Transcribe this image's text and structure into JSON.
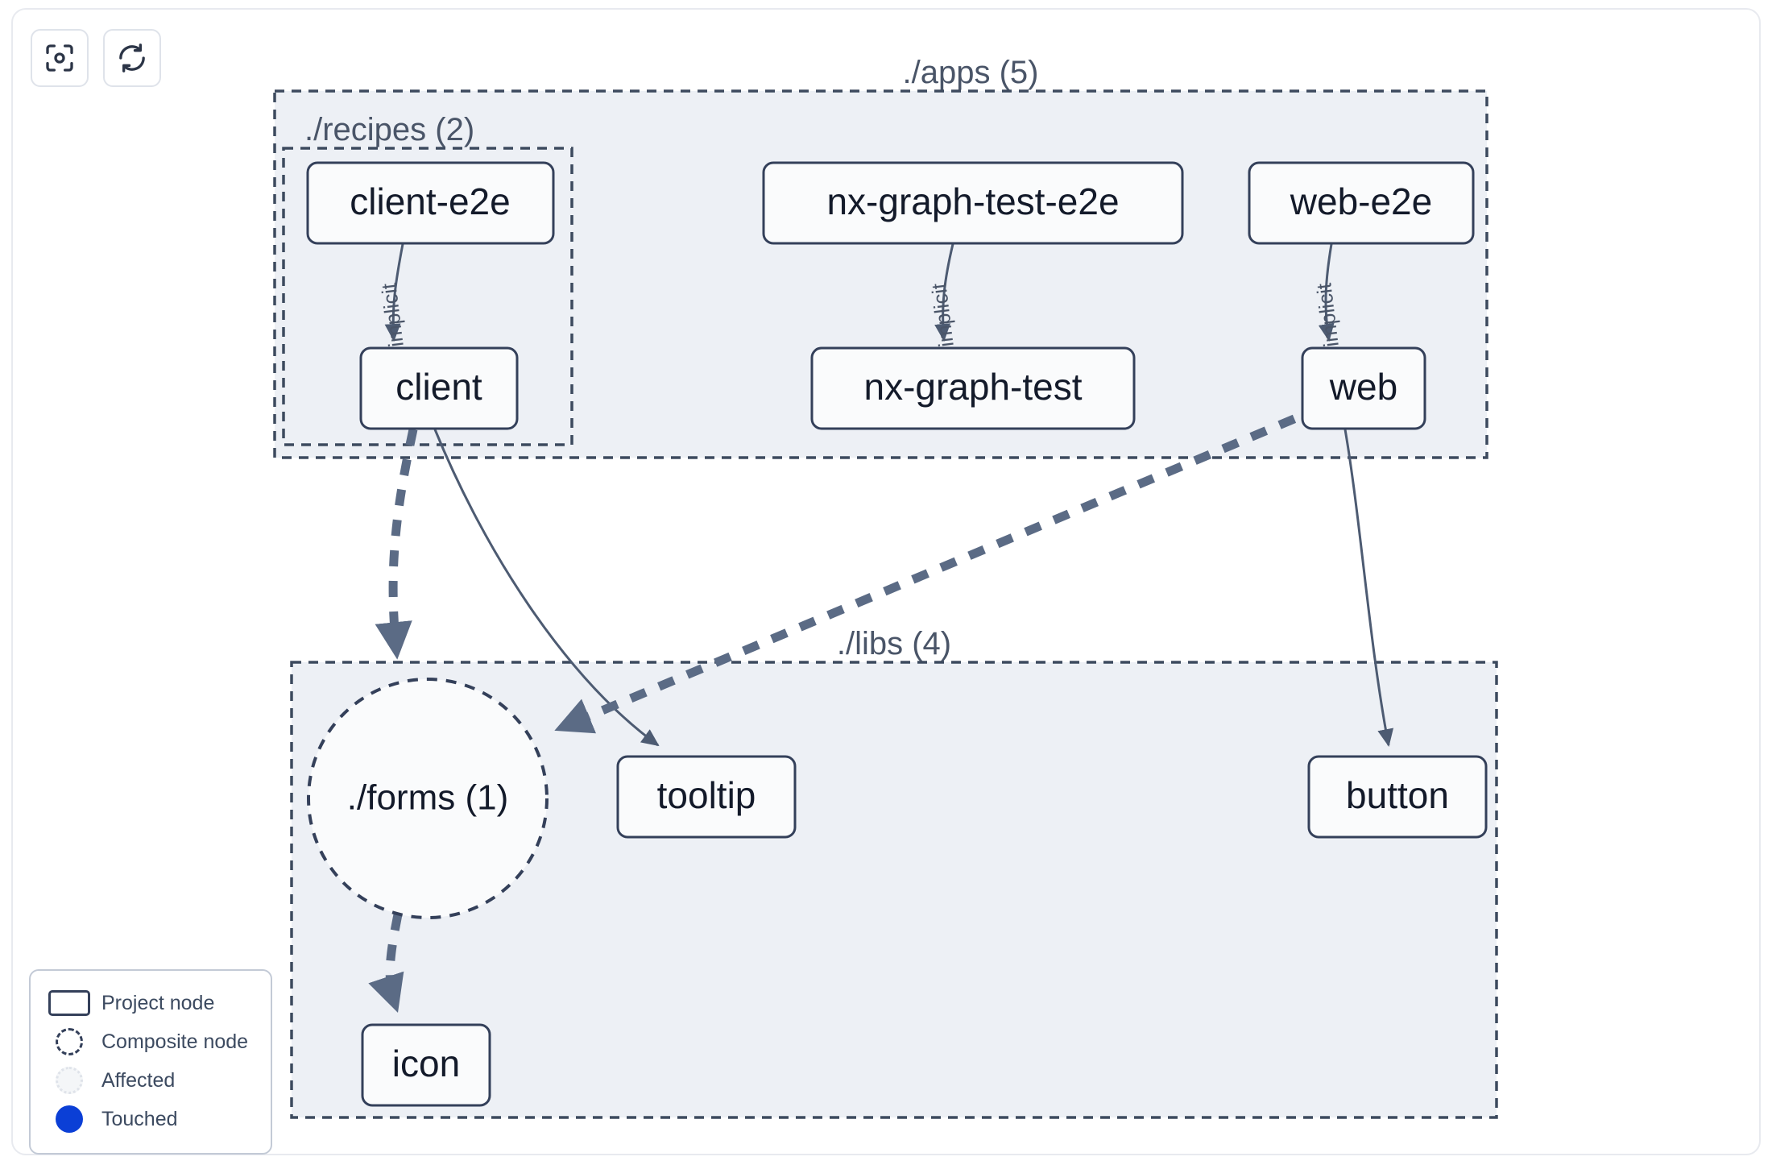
{
  "toolbar": {
    "buttons": [
      {
        "name": "focus-graph-button",
        "icon": "focus-target-icon",
        "title": "Focus graph"
      },
      {
        "name": "refresh-graph-button",
        "icon": "refresh-icon",
        "title": "Refresh graph"
      }
    ]
  },
  "graph": {
    "groups": [
      {
        "id": "apps",
        "label": "./apps (5)"
      },
      {
        "id": "recipes",
        "label": "./recipes (2)"
      },
      {
        "id": "libs",
        "label": "./libs (4)"
      }
    ],
    "nodes": [
      {
        "id": "client-e2e",
        "label": "client-e2e",
        "type": "project",
        "group": "recipes"
      },
      {
        "id": "nx-graph-test-e2e",
        "label": "nx-graph-test-e2e",
        "type": "project",
        "group": "apps"
      },
      {
        "id": "web-e2e",
        "label": "web-e2e",
        "type": "project",
        "group": "apps"
      },
      {
        "id": "client",
        "label": "client",
        "type": "project",
        "group": "recipes"
      },
      {
        "id": "nx-graph-test",
        "label": "nx-graph-test",
        "type": "project",
        "group": "apps"
      },
      {
        "id": "web",
        "label": "web",
        "type": "project",
        "group": "apps"
      },
      {
        "id": "forms",
        "label": "./forms (1)",
        "type": "composite",
        "group": "libs"
      },
      {
        "id": "tooltip",
        "label": "tooltip",
        "type": "project",
        "group": "libs"
      },
      {
        "id": "button",
        "label": "button",
        "type": "project",
        "group": "libs"
      },
      {
        "id": "icon",
        "label": "icon",
        "type": "project",
        "group": "libs"
      }
    ],
    "edges": [
      {
        "source": "client-e2e",
        "target": "client",
        "label": "implicit",
        "style": "solid"
      },
      {
        "source": "nx-graph-test-e2e",
        "target": "nx-graph-test",
        "label": "implicit",
        "style": "solid"
      },
      {
        "source": "web-e2e",
        "target": "web",
        "label": "implicit",
        "style": "solid"
      },
      {
        "source": "client",
        "target": "forms",
        "label": "",
        "style": "dashed"
      },
      {
        "source": "client",
        "target": "tooltip",
        "label": "",
        "style": "solid"
      },
      {
        "source": "web",
        "target": "forms",
        "label": "",
        "style": "dashed"
      },
      {
        "source": "web",
        "target": "button",
        "label": "",
        "style": "solid"
      },
      {
        "source": "forms",
        "target": "icon",
        "label": "",
        "style": "dashed"
      }
    ]
  },
  "legend": {
    "items": [
      {
        "swatch": "project-node-swatch",
        "label": "Project node"
      },
      {
        "swatch": "composite-node-swatch",
        "label": "Composite node"
      },
      {
        "swatch": "affected-swatch",
        "label": "Affected"
      },
      {
        "swatch": "touched-swatch",
        "label": "Touched"
      }
    ]
  },
  "colors": {
    "group_fill": "#edf0f5",
    "group_stroke": "#3d4a5e",
    "node_stroke": "#34405a",
    "node_fill": "#fafbfc",
    "edge": "#4d5b72",
    "edge_dashed": "#5b6b85",
    "touched": "#0b3fd6",
    "frame_border": "#e8eaef"
  }
}
